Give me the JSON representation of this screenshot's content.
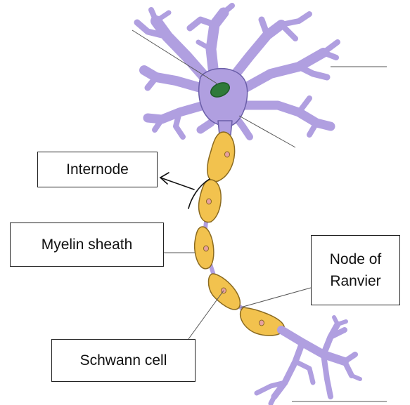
{
  "colors": {
    "neuron_body": "#b09fe0",
    "neuron_outline": "#6a5ea8",
    "nucleus": "#2f7a3a",
    "schwann_cell": "#f2c24e",
    "schwann_outline": "#8a6a20",
    "schwann_nucleus": "#e7a0a0",
    "leader_line": "#555555"
  },
  "labels": {
    "internode": "Internode",
    "myelin_sheath": "Myelin sheath",
    "node_of_ranvier_line1": "Node of",
    "node_of_ranvier_line2": "Ranvier",
    "schwann_cell": "Schwann cell"
  }
}
